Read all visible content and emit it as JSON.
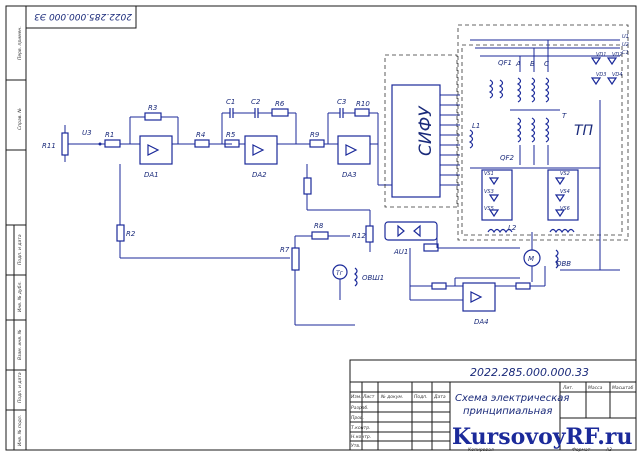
{
  "doc_code_top": "2022.285.000.000 Э3",
  "doc_code_stamp": "2022.285.000.000.33",
  "drawing_title_line1": "Схема электрическая",
  "drawing_title_line2": "принципиальная",
  "watermark": "KursovoyRF.ru",
  "sidebar_labels": [
    "Перв. примен.",
    "Справ. №",
    "Подп. и дата",
    "Инв. № дубл.",
    "Взам. инв. №",
    "Подп. и дата",
    "Инв. № подл."
  ],
  "stamp_headers": [
    "Изм.",
    "Лист",
    "№ докум.",
    "Подп.",
    "Дата"
  ],
  "stamp_roles": [
    "Разраб.",
    "Пров.",
    "Т.контр.",
    "Н.контр.",
    "Утв."
  ],
  "stamp_cols": [
    "Лит.",
    "Масса",
    "Масштаб"
  ],
  "stamp_bottom": [
    "Копировал",
    "Формат",
    "A3"
  ],
  "blocks": {
    "sifu": "СИФУ",
    "tp": "ТП"
  },
  "components": {
    "r11": "R11",
    "u3": "U3",
    "r1": "R1",
    "r3": "R3",
    "da1": "DA1",
    "r4": "R4",
    "r5": "R5",
    "c1": "C1",
    "c2": "C2",
    "r6": "R6",
    "da2": "DA2",
    "c3": "C3",
    "r10": "R10",
    "r9": "R9",
    "da3": "DA3",
    "r2": "R2",
    "r8": "R8",
    "r7": "R7",
    "tg": "Tг",
    "ovsh": "ОВШ1",
    "r12": "R12",
    "au1": "АU1",
    "m": "M",
    "ovv": "ОВВ",
    "da4": "DA4",
    "qf1": "QF1",
    "qf2": "QF2",
    "l1": "L1",
    "l2": "L2",
    "t": "T",
    "a": "A",
    "b": "B",
    "c": "C",
    "vs": [
      "VS1",
      "VS2",
      "VS3",
      "VS4",
      "VS5",
      "VS6"
    ],
    "vd": [
      "VD1",
      "VD2",
      "VD3",
      "VD4"
    ],
    "u_phase": [
      "U1",
      "U2",
      "C1"
    ]
  }
}
